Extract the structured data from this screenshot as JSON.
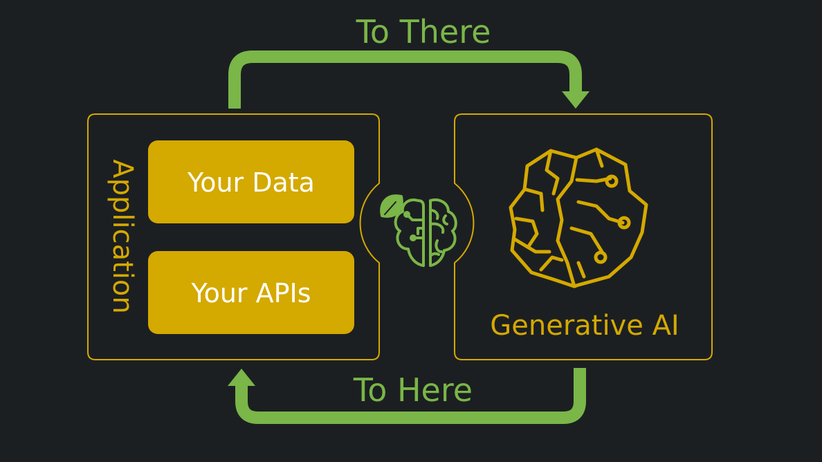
{
  "labels": {
    "top_arrow": "To There",
    "bottom_arrow": "To Here",
    "application": "Application",
    "data_box": "Your Data",
    "apis_box": "Your APIs",
    "ai_panel": "Generative AI"
  },
  "icons": {
    "center": "leaf-brain-icon",
    "ai": "circuit-brain-icon"
  },
  "colors": {
    "background": "#1c1f22",
    "green": "#7ab648",
    "gold": "#d4a900",
    "box_text": "#ffffff"
  }
}
